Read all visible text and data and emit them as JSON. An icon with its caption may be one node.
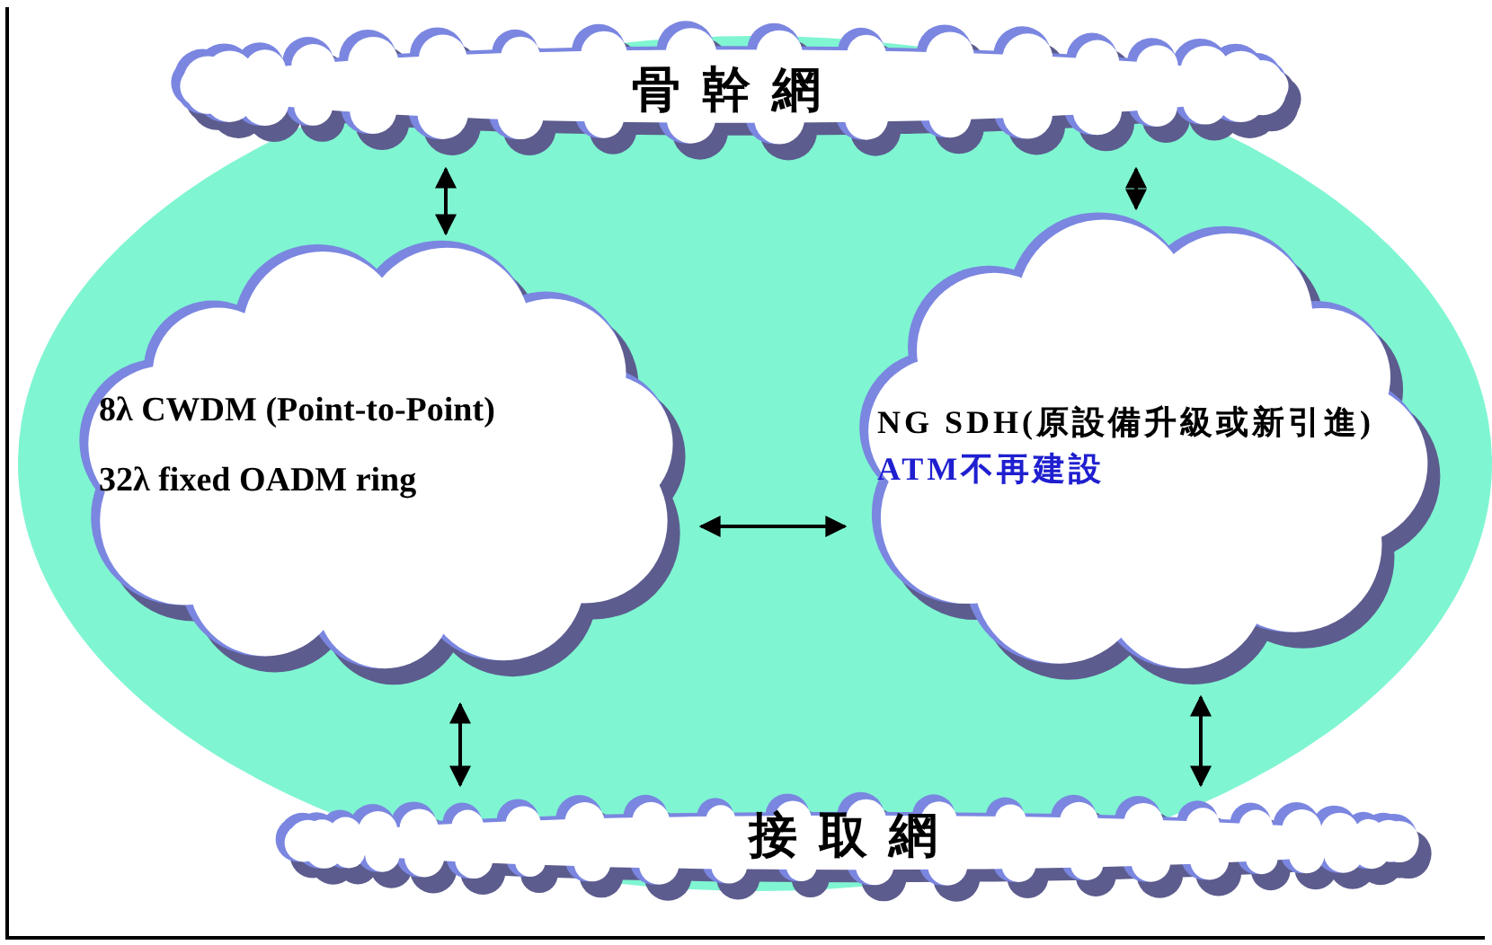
{
  "diagram": {
    "nodes": [
      {
        "text": [
          "骨幹網"
        ]
      },
      {
        "text": [
          "8λ CWDM (Point-to-Point)",
          "32λ fixed OADM ring"
        ]
      },
      {
        "text": [
          "NG SDH(原設備升級或新引進)",
          "ATM不再建設"
        ]
      },
      {
        "text": [
          "接取網"
        ]
      }
    ],
    "edges": [
      {
        "from": 0,
        "to": 1,
        "arrow": "both"
      },
      {
        "from": 0,
        "to": 2,
        "arrow": "both"
      },
      {
        "from": 1,
        "to": 2,
        "arrow": "both"
      },
      {
        "from": 1,
        "to": 3,
        "arrow": "both"
      },
      {
        "from": 2,
        "to": 3,
        "arrow": "both"
      }
    ]
  }
}
